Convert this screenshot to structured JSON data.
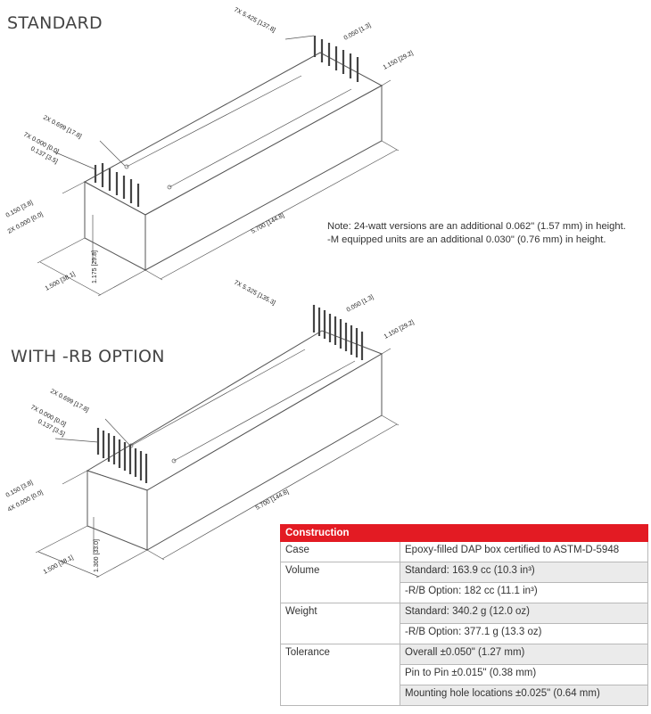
{
  "headings": {
    "standard": "STANDARD",
    "rb": "WITH -RB OPTION"
  },
  "note": {
    "line1": "Note: 24-watt versions are an additional 0.062\" (1.57 mm) in height.",
    "line2": "-M equipped units are an additional 0.030\" (0.76 mm) in height."
  },
  "standard_dims": {
    "top_pins": "7X 5.425 [137.8]",
    "pin_pitch": "0.050 [1.3]",
    "end_offset": "1.150 [29.2]",
    "left_pins": "2X 0.699 [17.8]",
    "left_a": "7X 0.000 [0.0]",
    "left_b": "0.137 [3.5]",
    "corner_a": "0.150 [3.8]",
    "corner_b": "2X 0.000 [0.0]",
    "length": "5.700 [144.8]",
    "width": "1.500 [38.1]",
    "height": "1.175 [29.8]"
  },
  "rb_dims": {
    "top_pins": "7X 5.325 [135.3]",
    "pin_pitch": "0.050 [1.3]",
    "end_offset": "1.150 [29.2]",
    "left_pins": "2X 0.699 [17.8]",
    "left_a": "7X 0.000 [0.0]",
    "left_b": "0.137 [3.5]",
    "corner_a": "0.150 [3.8]",
    "corner_b": "4X 0.000 [0.0]",
    "length": "5.700 [144.8]",
    "width": "1.500 [38.1]",
    "height": "1.300 [33.0]"
  },
  "table": {
    "title": "Construction",
    "case_label": "Case",
    "case_value": "Epoxy-filled DAP box certified to ASTM-D-5948",
    "volume_label": "Volume",
    "volume_std": "Standard: 163.9 cc (10.3 in³)",
    "volume_rb": "-R/B Option: 182 cc (11.1 in³)",
    "weight_label": "Weight",
    "weight_std": "Standard: 340.2 g (12.0 oz)",
    "weight_rb": "-R/B Option: 377.1 g (13.3 oz)",
    "tolerance_label": "Tolerance",
    "tol_overall": "Overall ±0.050\" (1.27 mm)",
    "tol_pin": "Pin to Pin ±0.015\" (0.38 mm)",
    "tol_mount": "Mounting hole locations ±0.025\" (0.64 mm)"
  },
  "colors": {
    "header_red": "#e31b23",
    "shade": "#ebebeb"
  }
}
